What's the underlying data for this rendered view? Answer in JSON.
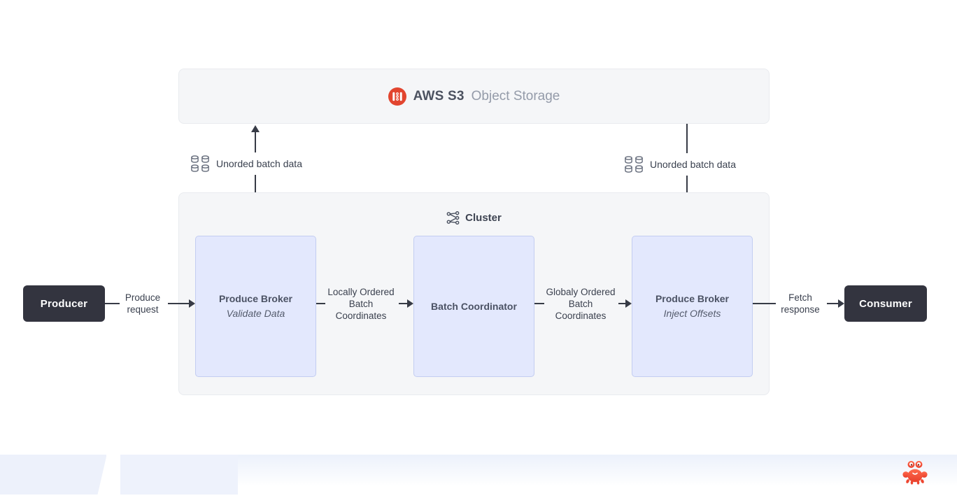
{
  "s3": {
    "name": "AWS S3",
    "type": "Object Storage"
  },
  "cluster": {
    "label": "Cluster"
  },
  "nodes": {
    "producer": {
      "label": "Producer"
    },
    "consumer": {
      "label": "Consumer"
    },
    "broker_validate": {
      "title": "Produce Broker",
      "subtitle": "Validate Data"
    },
    "batch_coordinator": {
      "title": "Batch Coordinator"
    },
    "broker_inject": {
      "title": "Produce Broker",
      "subtitle": "Inject Offsets"
    }
  },
  "edges": {
    "produce_request": {
      "label": "Produce request"
    },
    "locally_ordered": {
      "label": "Locally Ordered Batch Coordinates"
    },
    "globally_ordered": {
      "label": "Globaly Ordered Batch Coordinates"
    },
    "fetch_response": {
      "label": "Fetch response"
    },
    "unordered_left": {
      "label": "Unorded batch data"
    },
    "unordered_right": {
      "label": "Unorded batch data"
    }
  },
  "icons": {
    "s3_icon": "s3-bucket-icon",
    "cluster_icon": "cluster-network-icon",
    "batch_data_icon": "database-grid-icon",
    "crab_icon": "crab-logo-icon"
  },
  "colors": {
    "node_dark": "#33343f",
    "broker_fill": "#e3e8fd",
    "broker_border": "#c3cdf1",
    "panel_fill": "#f5f6f8",
    "panel_border": "#e9ebef",
    "arrow": "#373b46",
    "s3_red": "#e2452f",
    "crab_red": "#f04a34",
    "footer_blue": "#edf1fb"
  }
}
